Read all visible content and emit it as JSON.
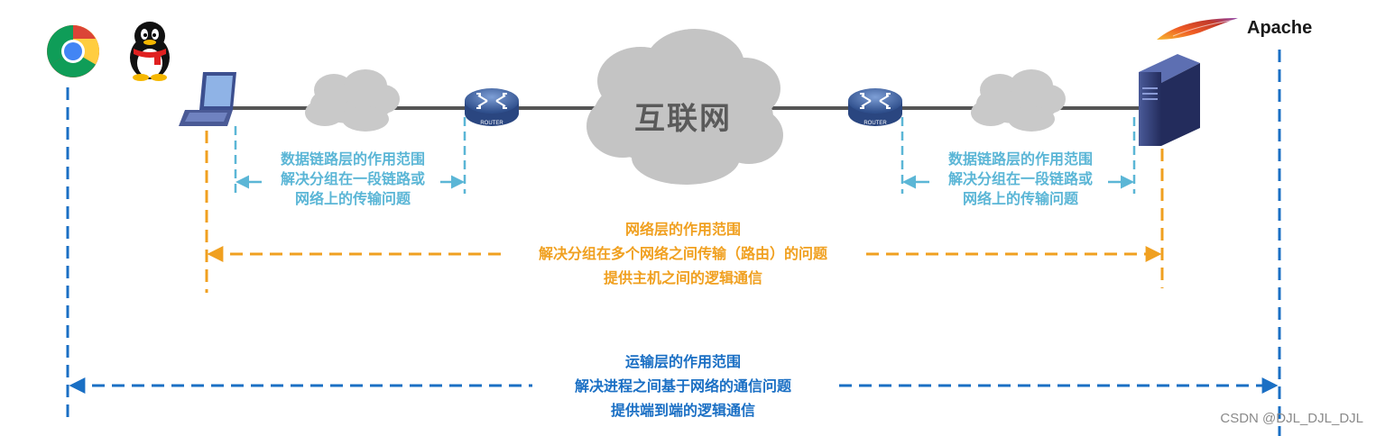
{
  "top_right": {
    "apache_label": "Apache"
  },
  "internet": {
    "label": "互联网"
  },
  "router": {
    "label": "ROUTER"
  },
  "data_link_left": {
    "line1": "数据链路层的作用范围",
    "line2": "解决分组在一段链路或",
    "line3": "网络上的传输问题"
  },
  "data_link_right": {
    "line1": "数据链路层的作用范围",
    "line2": "解决分组在一段链路或",
    "line3": "网络上的传输问题"
  },
  "network_layer": {
    "line1": "网络层的作用范围",
    "line2": "解决分组在多个网络之间传输（路由）的问题",
    "line3": "提供主机之间的逻辑通信"
  },
  "transport_layer": {
    "line1": "运输层的作用范围",
    "line2": "解决进程之间基于网络的通信问题",
    "line3": "提供端到端的逻辑通信"
  },
  "watermark": "CSDN @DJL_DJL_DJL",
  "colors": {
    "data_link": "#5bb6d6",
    "network": "#f0a020",
    "transport": "#1a6fc4",
    "cloud": "#c9c9c9",
    "router": "#4d6ea8",
    "server": "#34427a"
  },
  "icons": [
    "chrome-icon",
    "qq-penguin-icon",
    "laptop-icon",
    "router-icon",
    "server-icon",
    "apache-feather-icon",
    "cloud-icon"
  ]
}
